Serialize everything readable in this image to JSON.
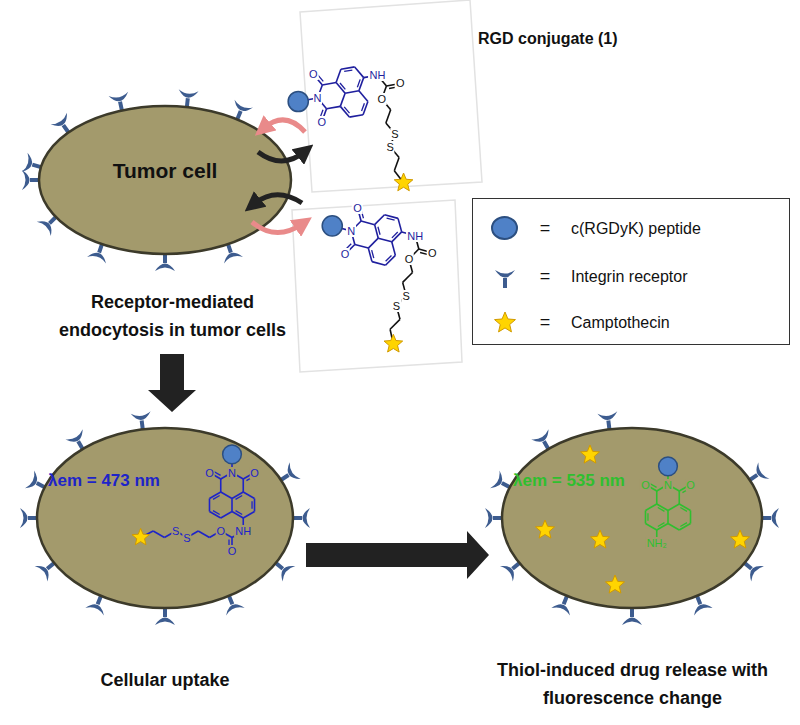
{
  "diagram": {
    "nodes": [
      {
        "text": [
          "Tumor cell",
          "Receptor-mediated endocytosis in tumor cells"
        ]
      },
      {
        "text": [
          "λem = 473 nm",
          "Cellular uptake"
        ]
      },
      {
        "text": [
          "λem = 535 nm",
          "Thiol-induced drug release with fluorescence change"
        ]
      }
    ],
    "edges": [
      {
        "from": 0,
        "to": 1,
        "arrow": "to"
      },
      {
        "from": 1,
        "to": 2,
        "arrow": "to"
      }
    ],
    "labels": [
      "RGD conjugate (1)",
      "N",
      "O",
      "O",
      "NH",
      "O",
      "O",
      "S",
      "S",
      "N",
      "O",
      "O",
      "NH",
      "O",
      "O",
      "S",
      "S",
      "=",
      "=",
      "=",
      "N",
      "O",
      "O",
      "NH",
      "O",
      "O",
      "S",
      "S",
      "N",
      "O",
      "O",
      "NH₂"
    ],
    "legend": [
      {
        "text": "c(RGDyK) peptide",
        "color": "#4f81c7"
      },
      {
        "text": "Integrin receptor"
      },
      {
        "text": "Camptothecin"
      }
    ]
  }
}
